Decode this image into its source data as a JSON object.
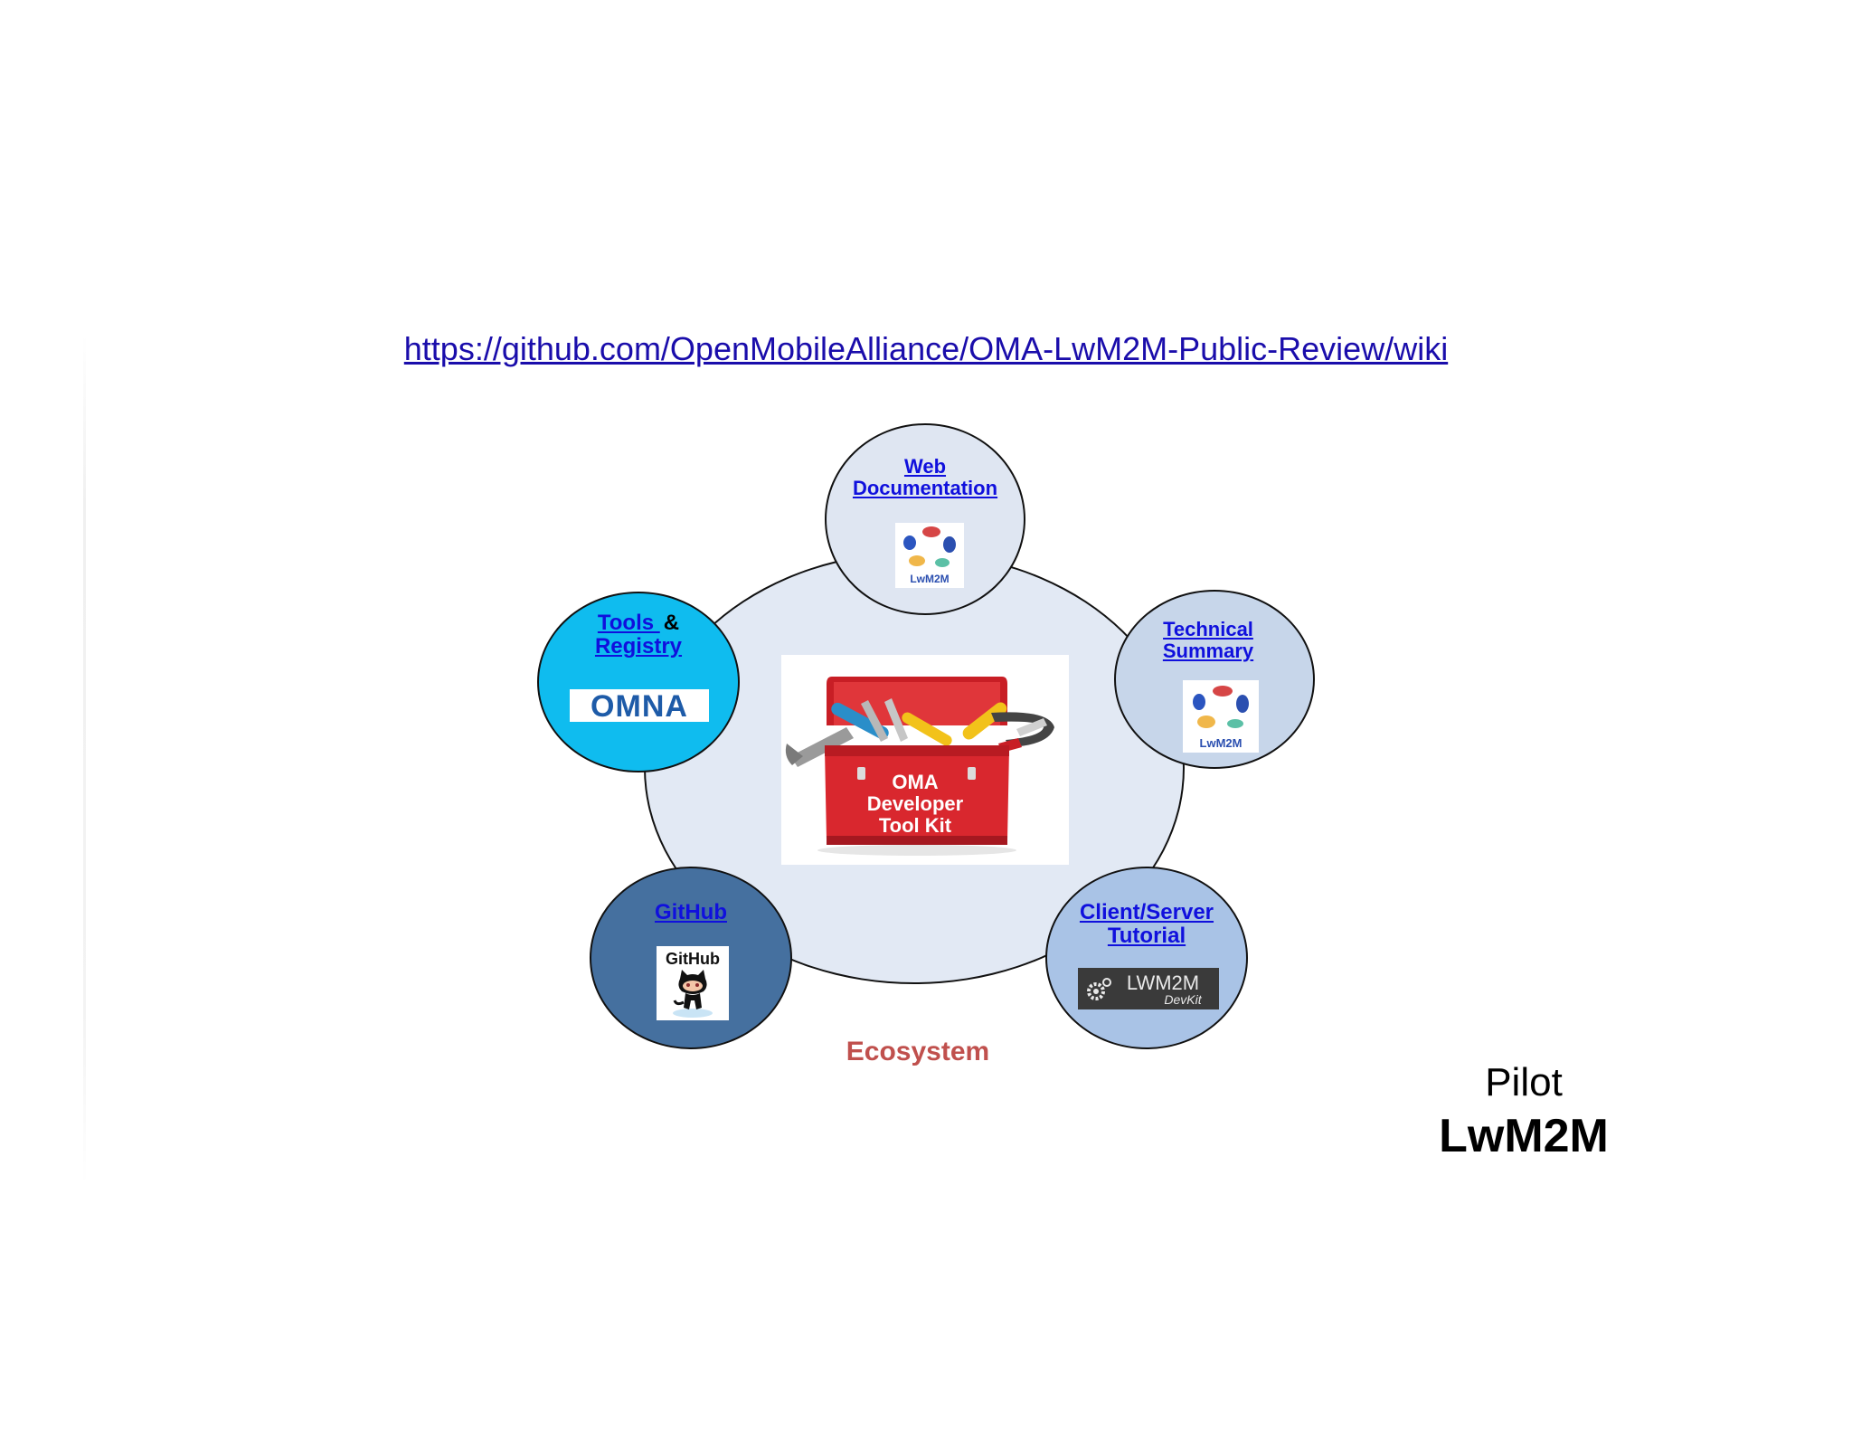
{
  "link": {
    "url_text": "https://github.com/OpenMobileAlliance/OMA-LwM2M-Public-Review/wiki"
  },
  "hub": {
    "toolkit_lines": [
      "OMA",
      "Developer",
      "Tool Kit"
    ],
    "ecosystem_label": "Ecosystem"
  },
  "nodes": {
    "web": {
      "line1": "Web",
      "line2": "Documentation",
      "logo_text": "LwM2M"
    },
    "technical": {
      "line1": "Technical",
      "line2": "Summary",
      "logo_text": "LwM2M"
    },
    "tools": {
      "line1": "Tools ",
      "amp": "&",
      "line2": "Registry",
      "logo_text": "OMNA"
    },
    "github": {
      "line1": "GitHub",
      "logo_text": "GitHub"
    },
    "client": {
      "line1": "Client/Server",
      "line2": "Tutorial",
      "logo_text": "LWM2M",
      "logo_sub": "DevKit"
    }
  },
  "footer": {
    "pilot": "Pilot",
    "product": "LwM2M"
  },
  "colors": {
    "link": "#1a0dab",
    "node_label": "#1010dd",
    "ecosystem": "#c0504d",
    "toolbox_red": "#d9272e",
    "tools_node": "#0fbcef",
    "github_node": "#45709f",
    "client_node": "#a9c3e6",
    "technical_node": "#c7d6ea",
    "web_node": "#dfe6f2"
  }
}
